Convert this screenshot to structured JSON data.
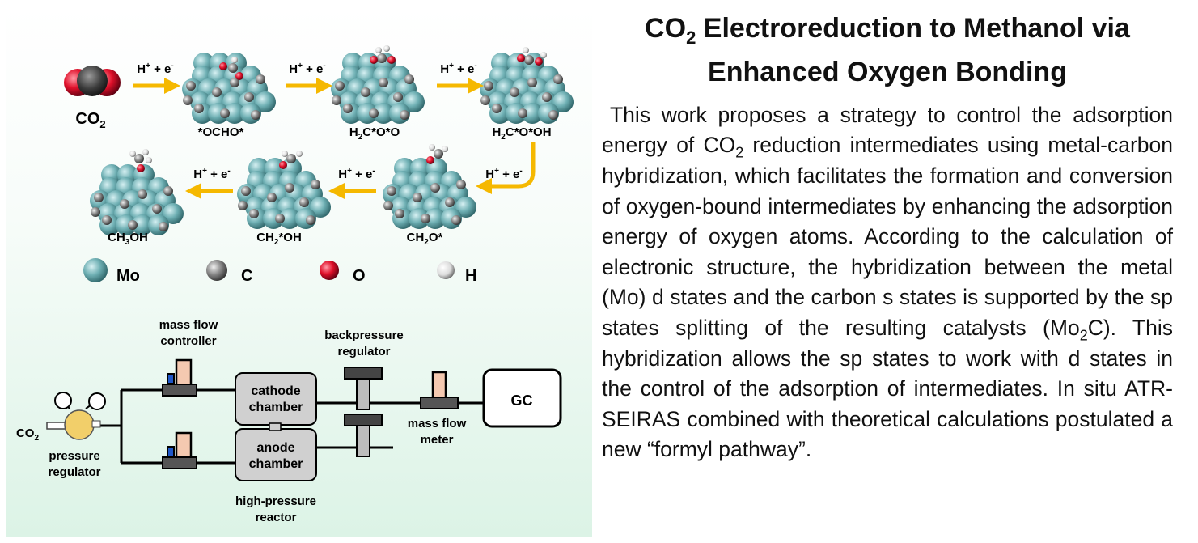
{
  "title": {
    "line1_pre": "CO",
    "line1_sub": "2",
    "line1_post": " Electroreduction to Methanol via",
    "line2": "Enhanced Oxygen Bonding"
  },
  "abstract": {
    "p1": "This work proposes a strategy to control the adsorption energy of CO",
    "s1": "2",
    "p2": " reduction intermediates using metal-carbon hybridization, which facilitates the formation and conversion of oxygen-bound intermediates by enhancing the adsorption energy of oxygen atoms. According to the calculation of electronic structure, the hybridization between the metal (Mo) d states and the carbon s states is supported by the sp states splitting of the resulting catalysts (Mo",
    "s2": "2",
    "p3": "C). This hybridization allows the sp states to work with d states in the control of the adsorption of intermediates. In situ ATR-SEIRAS combined with theoretical calculations postulated a new “formyl pathway”."
  },
  "pathway": {
    "step_label_main": "H",
    "step_label_sup1": "+",
    "step_label_mid": " + e",
    "step_label_sup2": "-",
    "species": {
      "co2_main": "CO",
      "co2_sub": "2",
      "ocho": "*OCHO*",
      "h2co_o_pre": "H",
      "h2co_o_sub": "2",
      "h2co_o_post": "C*O*O",
      "h2co_oh_pre": "H",
      "h2co_oh_sub": "2",
      "h2co_oh_post": "C*O*OH",
      "ch3oh_pre": "CH",
      "ch3oh_sub": "3",
      "ch3oh_post": "OH",
      "ch2oh_pre": "CH",
      "ch2oh_sub": "2",
      "ch2oh_post": "*OH",
      "ch2o_pre": "CH",
      "ch2o_sub": "2",
      "ch2o_post": "O*"
    },
    "legend": [
      "Mo",
      "C",
      "O",
      "H"
    ]
  },
  "setup": {
    "co2_main": "CO",
    "co2_sub": "2",
    "pressure_regulator_l1": "pressure",
    "pressure_regulator_l2": "regulator",
    "mfc_l1": "mass flow",
    "mfc_l2": "controller",
    "cathode_l1": "cathode",
    "cathode_l2": "chamber",
    "anode_l1": "anode",
    "anode_l2": "chamber",
    "reactor_l1": "high-pressure",
    "reactor_l2": "reactor",
    "bpr_l1": "backpressure",
    "bpr_l2": "regulator",
    "mfm_l1": "mass flow",
    "mfm_l2": "meter",
    "gc": "GC"
  },
  "colors": {
    "arrow": "#f5b800",
    "mo": "#6fb0b4",
    "c": "#8a8a8a",
    "o": "#e0102a",
    "h": "#f2f2f2",
    "panel_bottom": "#dcf3e6"
  }
}
